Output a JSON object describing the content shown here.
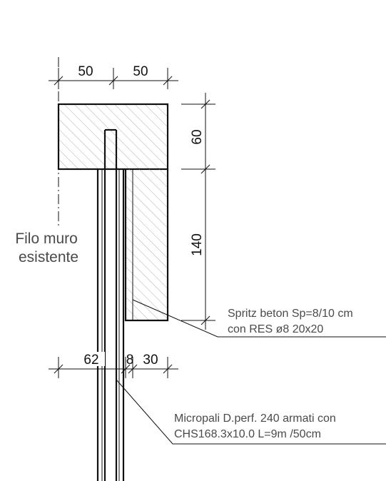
{
  "dimensions": {
    "top_left": "50",
    "top_right": "50",
    "right_upper": "60",
    "right_lower": "140",
    "bottom_left": "62",
    "bottom_mid": "8",
    "bottom_right": "30"
  },
  "labels": {
    "existing_wall": [
      "Filo muro",
      "esistente"
    ],
    "shotcrete": [
      "Spritz beton Sp=8/10 cm",
      "con RES ø8 20x20"
    ],
    "micropiles": [
      "Micropali D.perf. 240 armati con",
      "CHS168.3x10.0 L=9m /50cm"
    ]
  },
  "colors": {
    "line": "#111111",
    "hatch": "#9a9a9a",
    "label": "#4a4a4a"
  }
}
